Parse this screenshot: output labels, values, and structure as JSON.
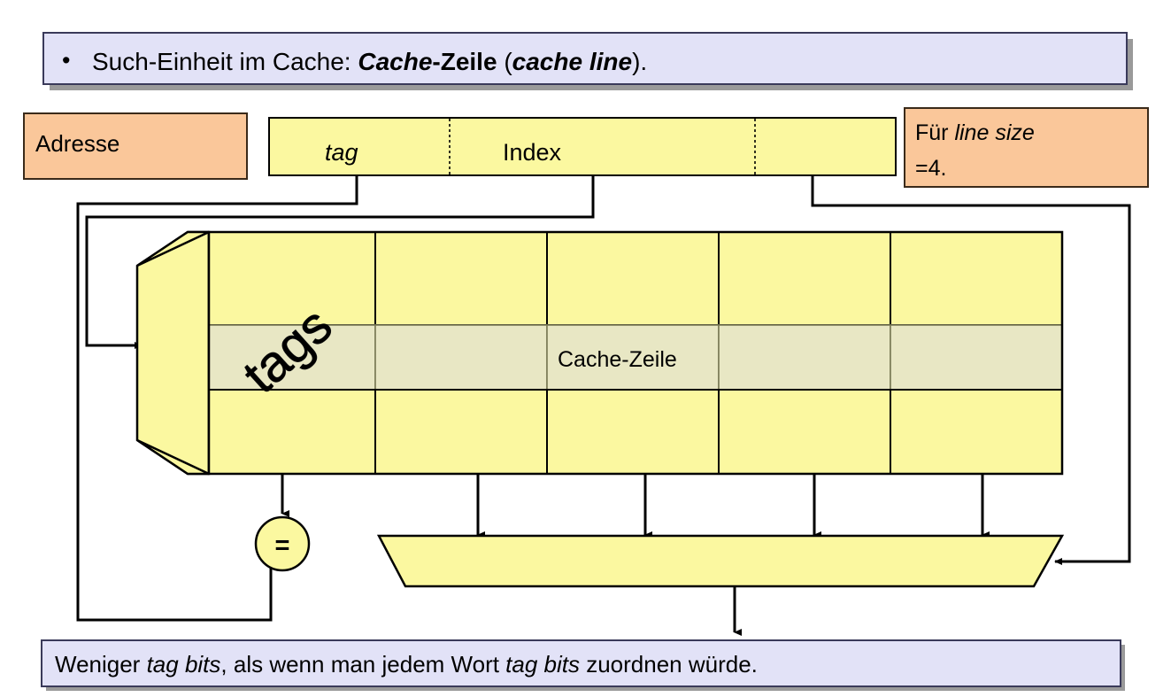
{
  "slide": {
    "title_bullet": {
      "bullet_glyph": "•",
      "text_parts": [
        {
          "t": "Such-Einheit im Cache: ",
          "style": "normal"
        },
        {
          "t": "Cache",
          "style": "bold-italic"
        },
        {
          "t": "-Zeile",
          "style": "bold"
        },
        {
          "t": " (",
          "style": "normal"
        },
        {
          "t": "cache line",
          "style": "bold-italic"
        },
        {
          "t": ").",
          "style": "normal"
        }
      ],
      "plain": "• Such-Einheit im Cache: Cache-Zeile (cache line).",
      "fill": "#e2e2f7",
      "border": "#3a3a5a"
    },
    "address_label": {
      "text": "Adresse",
      "fill": "#fac79a",
      "border": "#3a2a1a"
    },
    "address_fields": [
      {
        "label": "tag",
        "style": "italic"
      },
      {
        "label": "Index",
        "style": "normal"
      },
      {
        "label": "",
        "style": "normal"
      }
    ],
    "note_box": {
      "line1_prefix": "Für ",
      "line1_italic": "line size",
      "line2": "=4.",
      "plain": "Für line size =4.",
      "fill": "#fac79a",
      "border": "#3a2a1a"
    },
    "cache": {
      "tag_column_label": "tags",
      "highlighted_row_label": "Cache-Zeile",
      "rows": 3,
      "data_columns": 4,
      "cell_fill": "#fbf8a0",
      "highlight_fill": "#e8e7c4",
      "border": "#000000"
    },
    "comparator": {
      "symbol": "=",
      "fill": "#fbf8a0",
      "border": "#000000"
    },
    "multiplexer": {
      "label": "",
      "fill": "#fbf8a0",
      "border": "#000000",
      "inputs": 4,
      "select_inputs": 1
    },
    "footer_box": {
      "text_parts": [
        {
          "t": "Weniger ",
          "style": "normal"
        },
        {
          "t": "tag bits",
          "style": "italic"
        },
        {
          "t": ", als wenn man jedem Wort ",
          "style": "normal"
        },
        {
          "t": "tag bits",
          "style": "italic"
        },
        {
          "t": " zuordnen würde.",
          "style": "normal"
        }
      ],
      "plain": "Weniger tag bits, als wenn man jedem Wort tag bits zuordnen würde.",
      "fill": "#e2e2f7",
      "border": "#3a3a5a"
    },
    "colors": {
      "yellow": "#fbf8a0",
      "yellow_dim": "#e8e7c4",
      "orange": "#fac79a",
      "lavender": "#e2e2f7",
      "shadow": "#9a9a9a",
      "wire": "#000000",
      "tags_text": "#808080"
    }
  }
}
